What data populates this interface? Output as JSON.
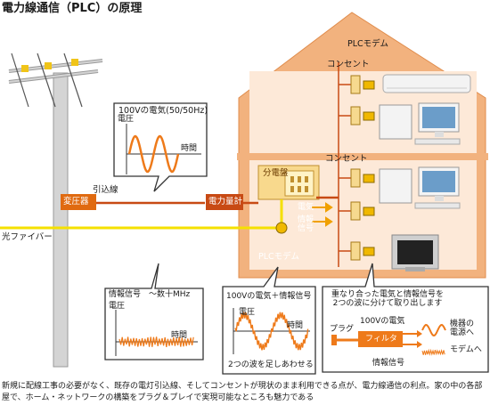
{
  "title": "電力線通信（PLC）の原理",
  "labels": {
    "plc_modem_top": "PLCモデム",
    "outlet_top": "コンセント",
    "outlet_mid": "コンセント",
    "power_wave_title": "100Vの電気(50/50Hz)",
    "voltage": "電圧",
    "time": "時間",
    "drop_line": "引込線",
    "transformer": "変圧器",
    "meter": "電力量計",
    "panel": "分電盤",
    "electricity": "電気",
    "info_signal": "情報\n信号",
    "fiber": "光ファイバー",
    "plc_modem_bottom": "PLCモデム",
    "info_signal_box_title": "情報信号　～数十MHz",
    "combined_title": "100Vの電気＋情報信号",
    "combined_caption": "2つの波を足しあわせる",
    "split_title": "重なり合った電気と情報信号を\n2つの波に分けて取り出します",
    "plug": "プラグ",
    "filter": "フィルタ",
    "power_100v": "100Vの電気",
    "to_device": "機器の\n電源へ",
    "to_modem": "モデムへ",
    "info_signal_short": "情報信号"
  },
  "caption": "新規に配線工事の必要がなく、既存の電灯引込線、そしてコンセントが現状のまま利用できる点が、電力線通信の利点。家の中の各部屋で、ホーム・ネットワークの構築をプラグ＆プレイで実現可能なところも魅力である",
  "colors": {
    "house": "#f2b27e",
    "room": "#fde9d8",
    "orange": "#ee7a1a",
    "power_line": "#c84a14",
    "fiber": "#f5e000",
    "pole": "#d7d7d7",
    "wave_box_border": "#333333"
  }
}
